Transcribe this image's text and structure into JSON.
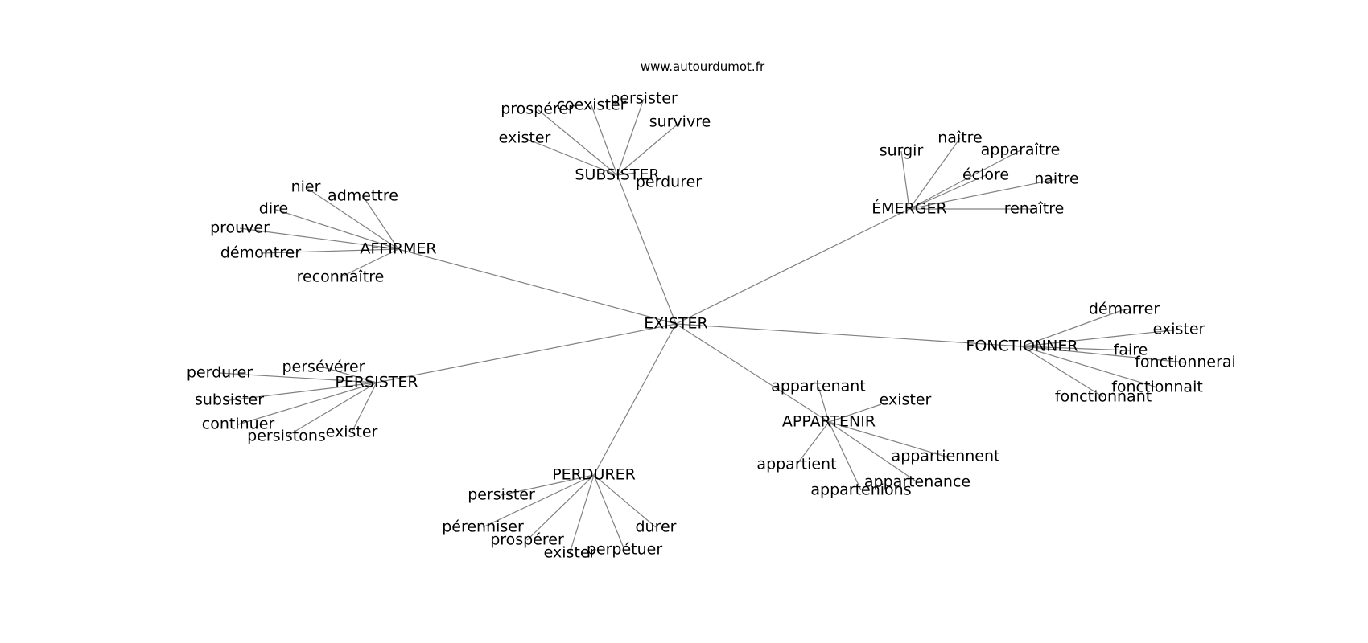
{
  "site": "www.autourdumot.fr",
  "root": "EXISTER",
  "clusters": [
    {
      "hub": "SUBSISTER",
      "words": [
        "existe­r",
        "prospérer",
        "coexister",
        "persister",
        "survivre",
        "perdurer"
      ]
    },
    {
      "hub": "ÉMERGER",
      "words": [
        "surgir",
        "naître",
        "apparaître",
        "éclore",
        "naitre",
        "renaître"
      ]
    },
    {
      "hub": "AFFIRMER",
      "words": [
        "nier",
        "admettre",
        "dire",
        "prouver",
        "démontrer",
        "reconnaître"
      ]
    },
    {
      "hub": "FONCTIONNER",
      "words": [
        "démarrer",
        "exister",
        "faire",
        "fonctionnerai",
        "fonctionnait",
        "fonctionnant"
      ]
    },
    {
      "hub": "PERSISTER",
      "words": [
        "persévérer",
        "perdurer",
        "subsister",
        "continuer",
        "persistons",
        "exister"
      ]
    },
    {
      "hub": "APPARTENIR",
      "words": [
        "appartenant",
        "exister",
        "appartiennent",
        "appartenance",
        "appartenions",
        "appartient"
      ]
    },
    {
      "hub": "PERDURER",
      "words": [
        "persister",
        "pérenniser",
        "prospérer",
        "exister",
        "perpétuer",
        "durer"
      ]
    }
  ]
}
